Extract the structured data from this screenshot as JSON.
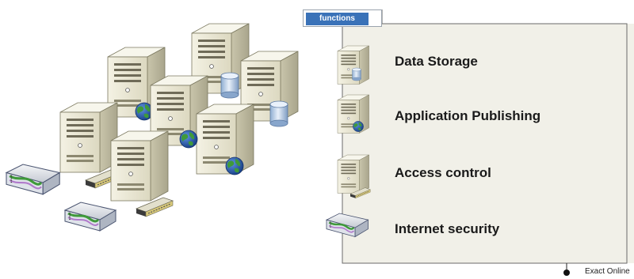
{
  "panel": {
    "tab_label": "functions",
    "items": [
      {
        "label": "Data Storage",
        "icon": "server-database-icon"
      },
      {
        "label": "Application Publishing",
        "icon": "server-globe-icon"
      },
      {
        "label": "Access control",
        "icon": "server-drive-icon"
      },
      {
        "label": "Internet security",
        "icon": "firewall-appliance-icon"
      }
    ]
  },
  "footer": {
    "label": "Exact Online"
  },
  "colors": {
    "tab_blue": "#3a72b8",
    "panel_background": "#f1f0e8",
    "server_body": "#e7e4cf",
    "globe_blue": "#2456a8",
    "globe_green": "#3f9a3a"
  }
}
